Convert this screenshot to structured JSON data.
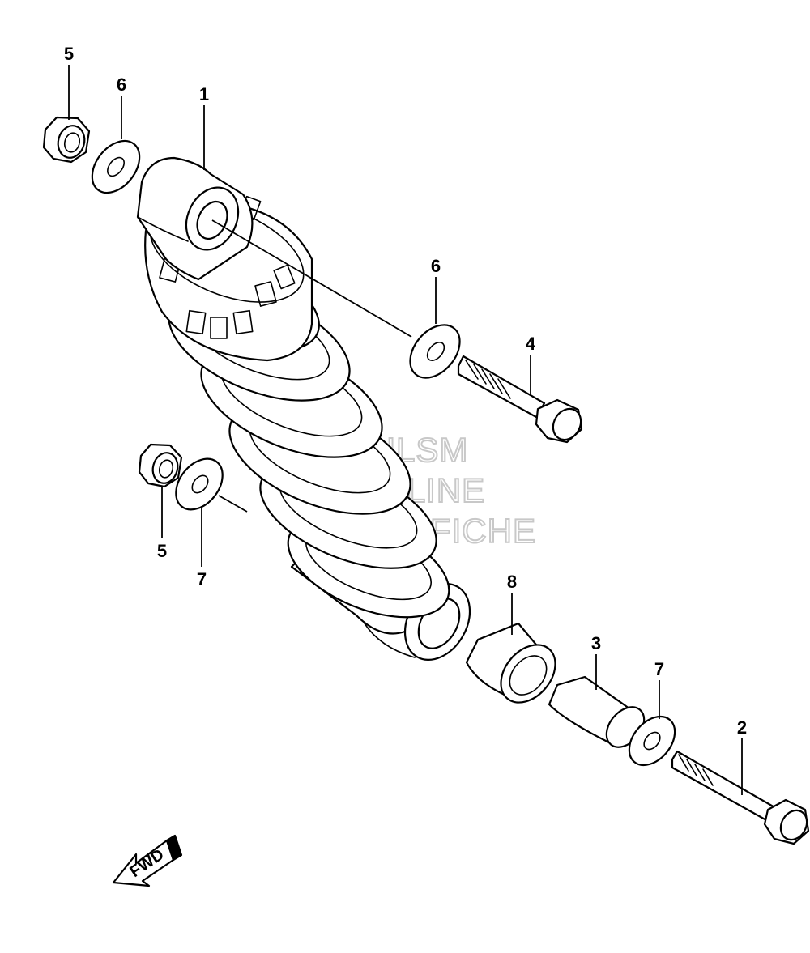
{
  "callouts": {
    "shock_absorber": "1",
    "lower_bolt": "2",
    "inner_spacer": "3",
    "upper_bolt": "4",
    "nut_top": "5",
    "nut_mid": "5",
    "washer_top_left": "6",
    "washer_upper_right": "6",
    "washer_mid_left": "7",
    "washer_lower_right": "7",
    "bushing": "8"
  },
  "watermark": {
    "line1": "HLSM",
    "line2": "ONLINE",
    "line3": "MICROFICHE"
  },
  "direction_arrow": {
    "label": "FWD"
  }
}
